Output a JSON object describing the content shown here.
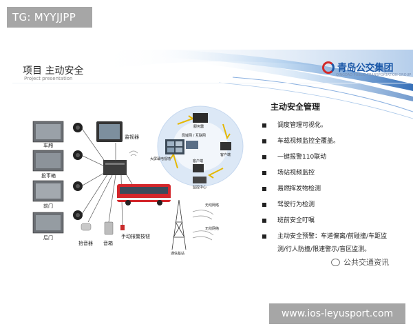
{
  "tag": "TG: MYYJJPP",
  "slide": {
    "title": "项目 主动安全",
    "subtitle": "Project presentation",
    "logo_text": "青岛公交集团",
    "logo_sub": "QINGDAO PUBLIC TRANSPORTATION GROUP",
    "management_title": "主动安全管理",
    "bullets": [
      "调度管理可视化。",
      "车载视频监控全覆盖。",
      "一键报警110联动",
      "场站视频监控",
      "易燃挥发物检测",
      "驾驶行为检测",
      "班前安全叮嘱",
      "主动安全预警：车道偏离/前碰撞/车距监"
    ],
    "bullet_continuation": "测/行人防撞/限速警示/盲区监测。",
    "watermark": "公共交通资讯",
    "diagram": {
      "monitor_label": "监视器",
      "camera_labels": [
        "车厢",
        "投币箱",
        "前门",
        "后门"
      ],
      "pickup_label": "拾音器",
      "speaker_label": "音箱",
      "alarm_label": "手动报警按钮",
      "server_label": "服务器",
      "internet_label": "局域网 / 互联网",
      "big_screen_label": "大屏幕电视墙",
      "client_label": "客户端",
      "client2_label": "客户端",
      "center_label": "监控中心",
      "tower_labels": [
        "无线网络",
        "无线网络",
        "通信基站"
      ]
    }
  },
  "footer_url": "www.ios-leyusport.com"
}
